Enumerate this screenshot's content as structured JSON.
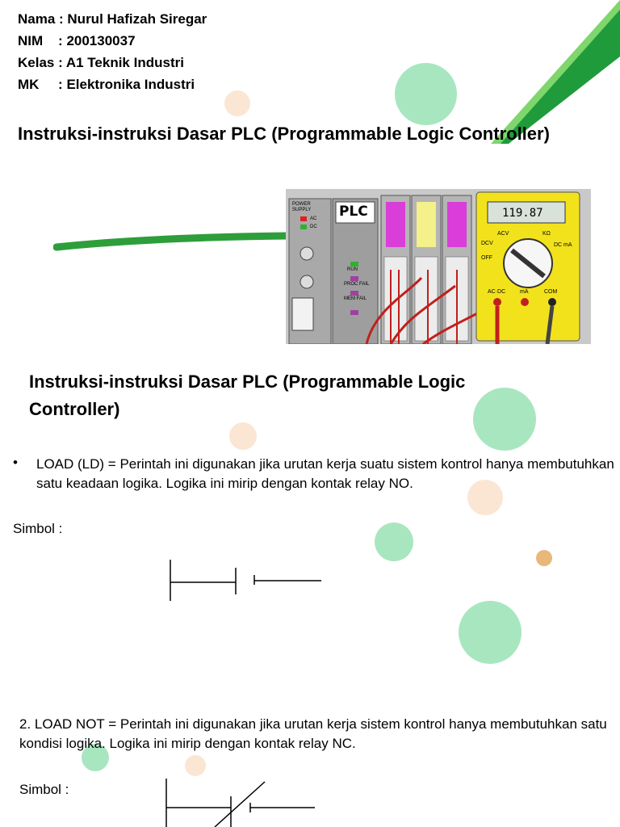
{
  "header": {
    "nama": "Nama : Nurul Hafizah Siregar",
    "nim": "NIM    : 200130037",
    "kelas": "Kelas : A1 Teknik Industri",
    "mk": "MK     : Elektronika Industri"
  },
  "title_main": "Instruksi-instruksi Dasar PLC (Programmable Logic Controller)",
  "plc_image": {
    "label": "PLC",
    "power_supply": "POWER SUPPLY",
    "ac": "AC",
    "dc": "DC",
    "run": "RUN",
    "proc_fail": "PROC FAIL",
    "mem_fail": "MEM FAIL",
    "meter_reading": "119.87",
    "meter_labels": [
      "ACV",
      "DCV",
      "OFF",
      "KΩ",
      "DC mA",
      "AC·DC",
      "mA",
      "COM"
    ]
  },
  "section_title": "Instruksi-instruksi Dasar PLC (Programmable Logic Controller)",
  "bullet_symbol": "•",
  "item1": "LOAD (LD) = Perintah ini digunakan jika urutan kerja suatu sistem kontrol hanya membutuhkan satu keadaan  logika. Logika ini mirip dengan kontak relay NO.",
  "simbol1": "Simbol :",
  "item2": "2. LOAD NOT = Perintah ini digunakan jika urutan kerja sistem kontrol hanya membutuhkan satu kondisi logika. Logika ini mirip dengan kontak relay NC.",
  "simbol2": "Simbol :",
  "colors": {
    "green_circle": "#a8e6c0",
    "peach_circle": "#fbe6d4",
    "orange_dot": "#e8b87a",
    "green_stripe": "#2e9e3a"
  }
}
